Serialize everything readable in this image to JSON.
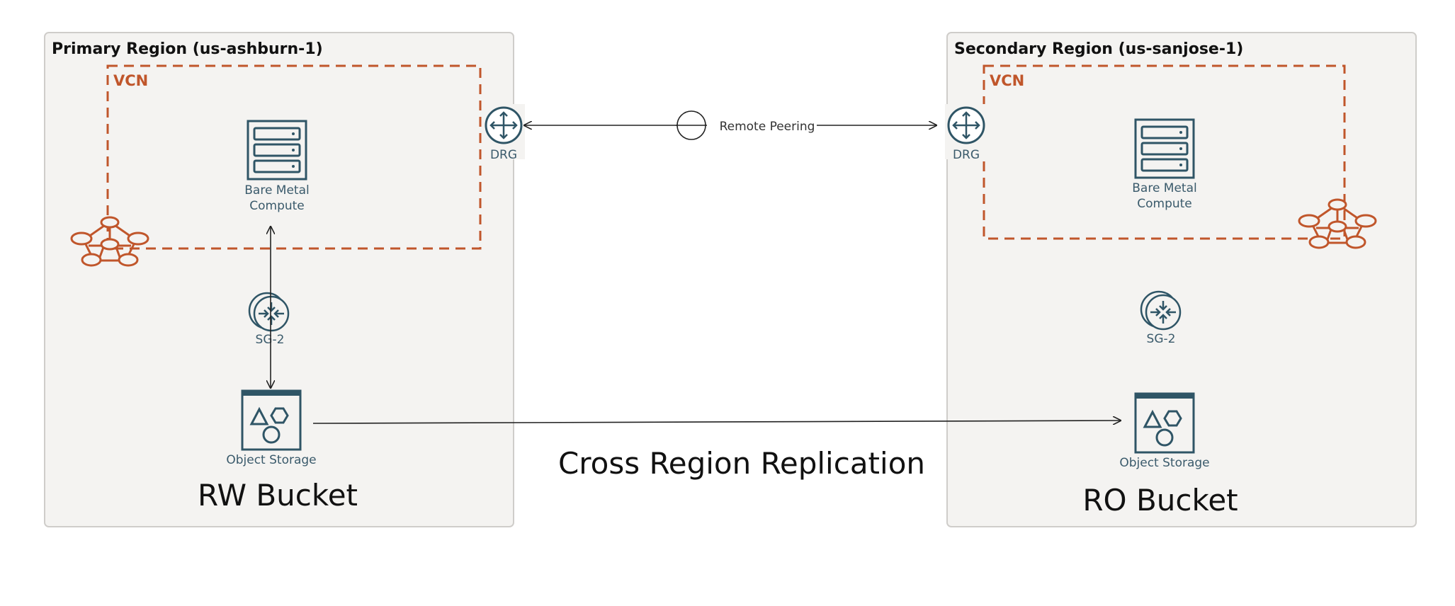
{
  "colors": {
    "region_fill": "#f4f3f1",
    "region_border": "#cfcdca",
    "vcn_border": "#c0562b",
    "icon_stroke": "#2f5566",
    "network_icon": "#c0562b",
    "line": "#222222"
  },
  "primary": {
    "title": "Primary Region (us-ashburn-1)",
    "vcn_label": "VCN",
    "compute_label_1": "Bare Metal",
    "compute_label_2": "Compute",
    "drg_label": "DRG",
    "sg_label": "SG-2",
    "storage_label": "Object Storage",
    "bucket_label": "RW Bucket"
  },
  "secondary": {
    "title": "Secondary Region (us-sanjose-1)",
    "vcn_label": "VCN",
    "compute_label_1": "Bare Metal",
    "compute_label_2": "Compute",
    "drg_label": "DRG",
    "sg_label": "SG-2",
    "storage_label": "Object Storage",
    "bucket_label": "RO Bucket"
  },
  "connections": {
    "peering_label": "Remote Peering",
    "replication_label": "Cross Region Replication"
  },
  "icons": {
    "compute": "server-rack-icon",
    "drg": "dynamic-routing-gateway-icon",
    "sg": "service-gateway-icon",
    "storage": "object-storage-icon",
    "network": "network-mesh-icon",
    "peering": "remote-peering-icon"
  }
}
